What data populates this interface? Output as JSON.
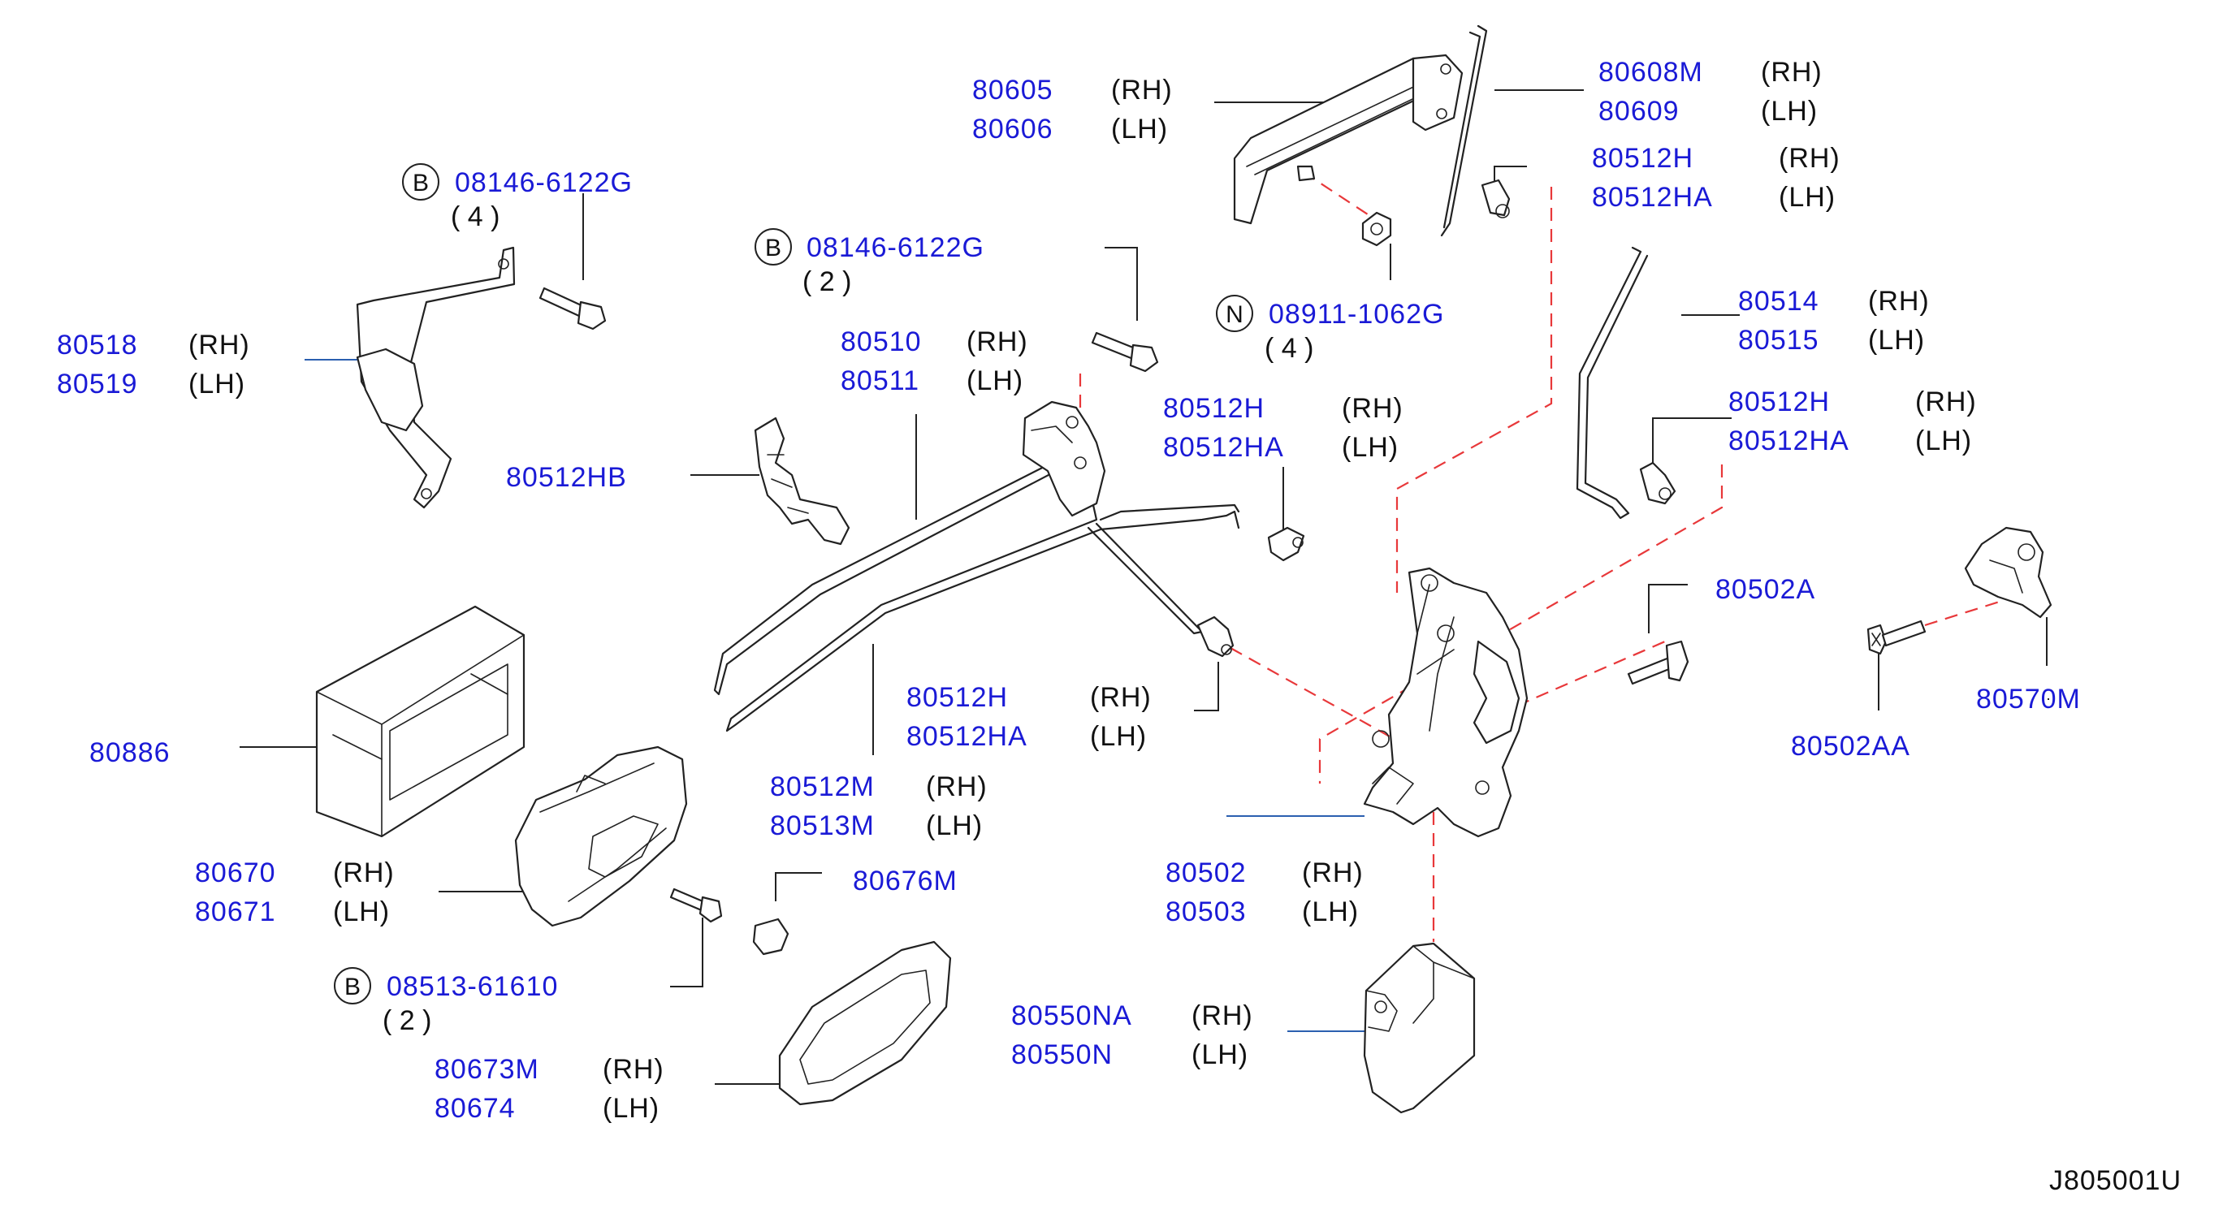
{
  "diagram_code": "J805001U",
  "parts": {
    "p80605": {
      "pn1": "80605",
      "s1": "(RH)",
      "pn2": "80606",
      "s2": "(LH)"
    },
    "p80608M": {
      "pn1": "80608M",
      "s1": "(RH)",
      "pn2": "80609",
      "s2": "(LH)"
    },
    "p80512H_top": {
      "pn1": "80512H",
      "s1": "(RH)",
      "pn2": "80512HA",
      "s2": "(LH)"
    },
    "b08146_4": {
      "badge": "B",
      "pn": "08146-6122G",
      "qty": "( 4 )"
    },
    "b08146_2": {
      "badge": "B",
      "pn": "08146-6122G",
      "qty": "( 2 )"
    },
    "n08911": {
      "badge": "N",
      "pn": "08911-1062G",
      "qty": "( 4 )"
    },
    "p80514": {
      "pn1": "80514",
      "s1": "(RH)",
      "pn2": "80515",
      "s2": "(LH)"
    },
    "p80518": {
      "pn1": "80518",
      "s1": "(RH)",
      "pn2": "80519",
      "s2": "(LH)"
    },
    "p80510": {
      "pn1": "80510",
      "s1": "(RH)",
      "pn2": "80511",
      "s2": "(LH)"
    },
    "p80512H_mid": {
      "pn1": "80512H",
      "s1": "(RH)",
      "pn2": "80512HA",
      "s2": "(LH)"
    },
    "p80512H_right": {
      "pn1": "80512H",
      "s1": "(RH)",
      "pn2": "80512HA",
      "s2": "(LH)"
    },
    "p80512HB": {
      "pn": "80512HB"
    },
    "p80502A": {
      "pn": "80502A"
    },
    "p80570M": {
      "pn": "80570M"
    },
    "p80502AA": {
      "pn": "80502AA"
    },
    "p80886": {
      "pn": "80886"
    },
    "p80512H_low": {
      "pn1": "80512H",
      "s1": "(RH)",
      "pn2": "80512HA",
      "s2": "(LH)"
    },
    "p80512M": {
      "pn1": "80512M",
      "s1": "(RH)",
      "pn2": "80513M",
      "s2": "(LH)"
    },
    "p80670": {
      "pn1": "80670",
      "s1": "(RH)",
      "pn2": "80671",
      "s2": "(LH)"
    },
    "p80676M": {
      "pn": "80676M"
    },
    "p80502": {
      "pn1": "80502",
      "s1": "(RH)",
      "pn2": "80503",
      "s2": "(LH)"
    },
    "b08513": {
      "badge": "B",
      "pn": "08513-61610",
      "qty": "( 2 )"
    },
    "p80550NA": {
      "pn1": "80550NA",
      "s1": "(RH)",
      "pn2": "80550N",
      "s2": "(LH)"
    },
    "p80673M": {
      "pn1": "80673M",
      "s1": "(RH)",
      "pn2": "80674",
      "s2": "(LH)"
    }
  }
}
